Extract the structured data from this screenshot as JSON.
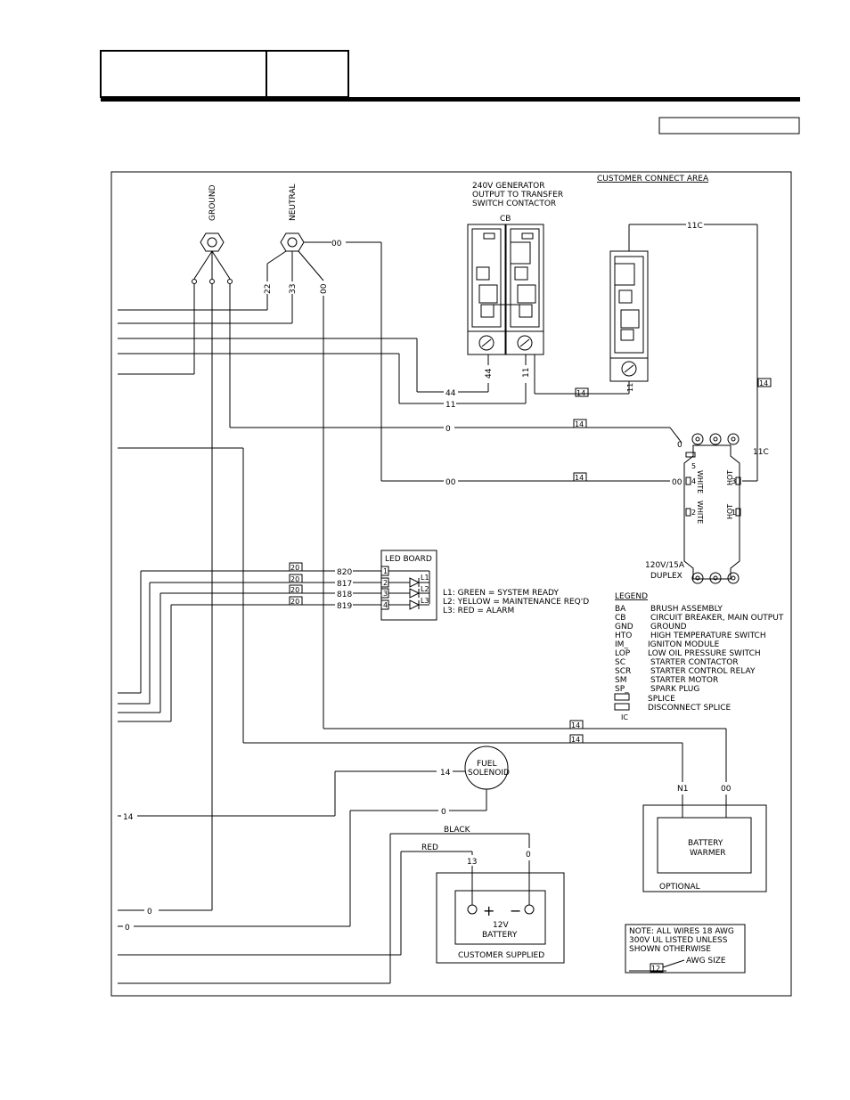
{
  "header": {
    "box1_text": "",
    "box2_text": "",
    "tag_box_text": ""
  },
  "points": {
    "ground": "GROUND",
    "neutral": "NEUTRAL",
    "generator_output": [
      "240V GENERATOR",
      "OUTPUT TO TRANSFER",
      "SWITCH CONTACTOR"
    ],
    "customer_connect_area": "CUSTOMER CONNECT AREA",
    "cb": "CB"
  },
  "wire_labels": {
    "w00": "00",
    "w0": "0",
    "w22": "22",
    "w33": "33",
    "w44": "44",
    "w11": "11",
    "w11c": "11C",
    "w14": "14",
    "w20": "20",
    "w13": "13",
    "wN1": "N1",
    "w820": "820",
    "w817": "817",
    "w818": "818",
    "w819": "819",
    "w12": "12"
  },
  "duplex": {
    "label1": "120V/15A",
    "label2": "DUPLEX",
    "white": "WHITE",
    "hot": "HOT",
    "t1": "1",
    "t2": "2",
    "t3": "3",
    "t4": "4",
    "t5": "5"
  },
  "led_board": {
    "title": "LED BOARD",
    "pins": [
      "1",
      "2",
      "3",
      "4"
    ],
    "l1": "L1",
    "l2": "L2",
    "l3": "L3",
    "desc": [
      "L1:  GREEN  =  SYSTEM READY",
      "L2:  YELLOW  =  MAINTENANCE REQ'D",
      "L3:  RED  =  ALARM"
    ]
  },
  "legend": {
    "title": "LEGEND",
    "items": [
      {
        "abbr": "BA",
        "desc": "BRUSH ASSEMBLY"
      },
      {
        "abbr": "CB",
        "desc": "CIRCUIT BREAKER, MAIN OUTPUT"
      },
      {
        "abbr": "GND",
        "desc": "GROUND"
      },
      {
        "abbr": "HTO",
        "desc": "HIGH TEMPERATURE SWITCH"
      },
      {
        "abbr": "IM_",
        "desc": "IGNITON MODULE"
      },
      {
        "abbr": "LOP",
        "desc": "LOW OIL PRESSURE SWITCH"
      },
      {
        "abbr": "SC",
        "desc": "STARTER CONTACTOR"
      },
      {
        "abbr": "SCR",
        "desc": "STARTER CONTROL RELAY"
      },
      {
        "abbr": "SM",
        "desc": "STARTER MOTOR"
      },
      {
        "abbr": "SP_",
        "desc": "SPARK PLUG"
      },
      {
        "abbr": "",
        "desc": "SPLICE"
      },
      {
        "abbr": "",
        "desc": "DISCONNECT SPLICE"
      }
    ],
    "ic": "IC"
  },
  "fuel_solenoid": [
    "FUEL",
    "SOLENOID"
  ],
  "battery": {
    "label1": "12V",
    "label2": "BATTERY",
    "plus": "+",
    "minus": "−",
    "supplied": "CUSTOMER SUPPLIED",
    "black": "BLACK",
    "red": "RED"
  },
  "battery_warmer": {
    "label1": "BATTERY",
    "label2": "WARMER",
    "optional": "OPTIONAL"
  },
  "note": {
    "lines": [
      "NOTE: ALL WIRES 18 AWG",
      "300V UL LISTED UNLESS",
      "SHOWN OTHERWISE"
    ],
    "awg": "AWG SIZE",
    "sample": "12"
  }
}
